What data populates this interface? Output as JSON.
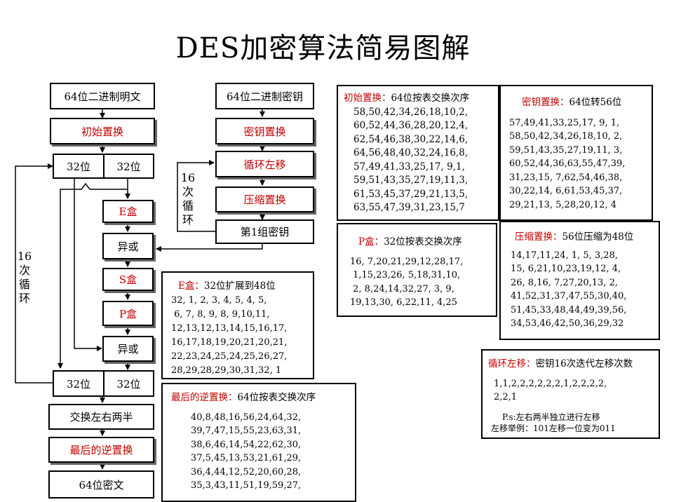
{
  "title": "DES加密算法简易图解",
  "left_flow": {
    "plaintext": "64位二进制明文",
    "initial_perm": "初始置换",
    "half_left": "32位",
    "half_right": "32位",
    "ebox": "E盒",
    "xor1": "异或",
    "sbox": "S盒",
    "pbox": "P盒",
    "xor2": "异或",
    "out_left": "32位",
    "out_right": "32位",
    "swap": "交换左右两半",
    "final_perm": "最后的逆置换",
    "ciphertext": "64位密文",
    "loop_label": [
      "16",
      "次",
      "循",
      "环"
    ]
  },
  "key_flow": {
    "key": "64位二进制密钥",
    "key_perm": "密钥置换",
    "rotate": "循环左移",
    "compress": "压缩置换",
    "subkey": "第1组密钥",
    "loop_label": [
      "16",
      "次",
      "循",
      "环"
    ]
  },
  "panels": {
    "initial": {
      "title": "初始置换：",
      "desc": "64位按表交换次序",
      "rows": [
        "58,50,42,34,26,18,10,2,",
        "60,52,44,36,28,20,12,4,",
        "62,54,46,38,30,22,14,6,",
        "64,56,48,40,32,24,16,8,",
        "57,49,41,33,25,17, 9,1,",
        "59,51,43,35,27,19,11,3,",
        "61,53,45,37,29,21,13,5,",
        "63,55,47,39,31,23,15,7"
      ]
    },
    "keyperm": {
      "title": "密钥置换：",
      "desc": "64位转56位",
      "rows": [
        "57,49,41,33,25,17, 9, 1,",
        "58,50,42,34,26,18,10, 2,",
        "59,51,43,35,27,19,11, 3,",
        "60,52,44,36,63,55,47,39,",
        "31,23,15, 7,62,54,46,38,",
        "30,22,14, 6,61,53,45,37,",
        "29,21,13, 5,28,20,12, 4"
      ]
    },
    "pbox": {
      "title": "P盒：",
      "desc": "32位按表交换次序",
      "rows": [
        "16, 7,20,21,29,12,28,17,",
        " 1,15,23,26, 5,18,31,10,",
        " 2, 8,24,14,32,27, 3, 9,",
        "19,13,30, 6,22,11, 4,25"
      ]
    },
    "compress": {
      "title": "压缩置换：",
      "desc": "56位压缩为48位",
      "rows": [
        "14,17,11,24, 1, 5, 3,28,",
        "15, 6,21,10,23,19,12, 4,",
        "26, 8,16, 7,27,20,13, 2,",
        "41,52,31,37,47,55,30,40,",
        "51,45,33,48,44,49,39,56,",
        "34,53,46,42,50,36,29,32"
      ]
    },
    "ebox": {
      "title": "E盒：",
      "desc": "32位扩展到48位",
      "rows": [
        "32, 1, 2, 3, 4, 5, 4, 5,",
        " 6, 7, 8, 9, 8, 9,10,11,",
        "12,13,12,13,14,15,16,17,",
        "16,17,18,19,20,21,20,21,",
        "22,23,24,25,24,25,26,27,",
        "28,29,28,29,30,31,32, 1"
      ]
    },
    "rotate": {
      "title": "循环左移：",
      "desc": "密钥16次迭代左移次数",
      "rows": [
        "1,1,2,2,2,2,2,2,1,2,2,2,2,",
        "2,2,1"
      ],
      "note1": "P.s:左右两半独立进行左移",
      "note2": "左移举例：101左移一位变为011"
    },
    "final": {
      "title": "最后的逆置换：",
      "desc": "64位按表交换次序",
      "rows": [
        "40,8,48,16,56,24,64,32,",
        "39,7,47,15,55,23,63,31,",
        "38,6,46,14,54,22,62,30,",
        "37,5,45,13,53,21,61,29,",
        "36,4,44,12,52,20,60,28,",
        "35,3,43,11,51,19,59,27,"
      ]
    }
  }
}
